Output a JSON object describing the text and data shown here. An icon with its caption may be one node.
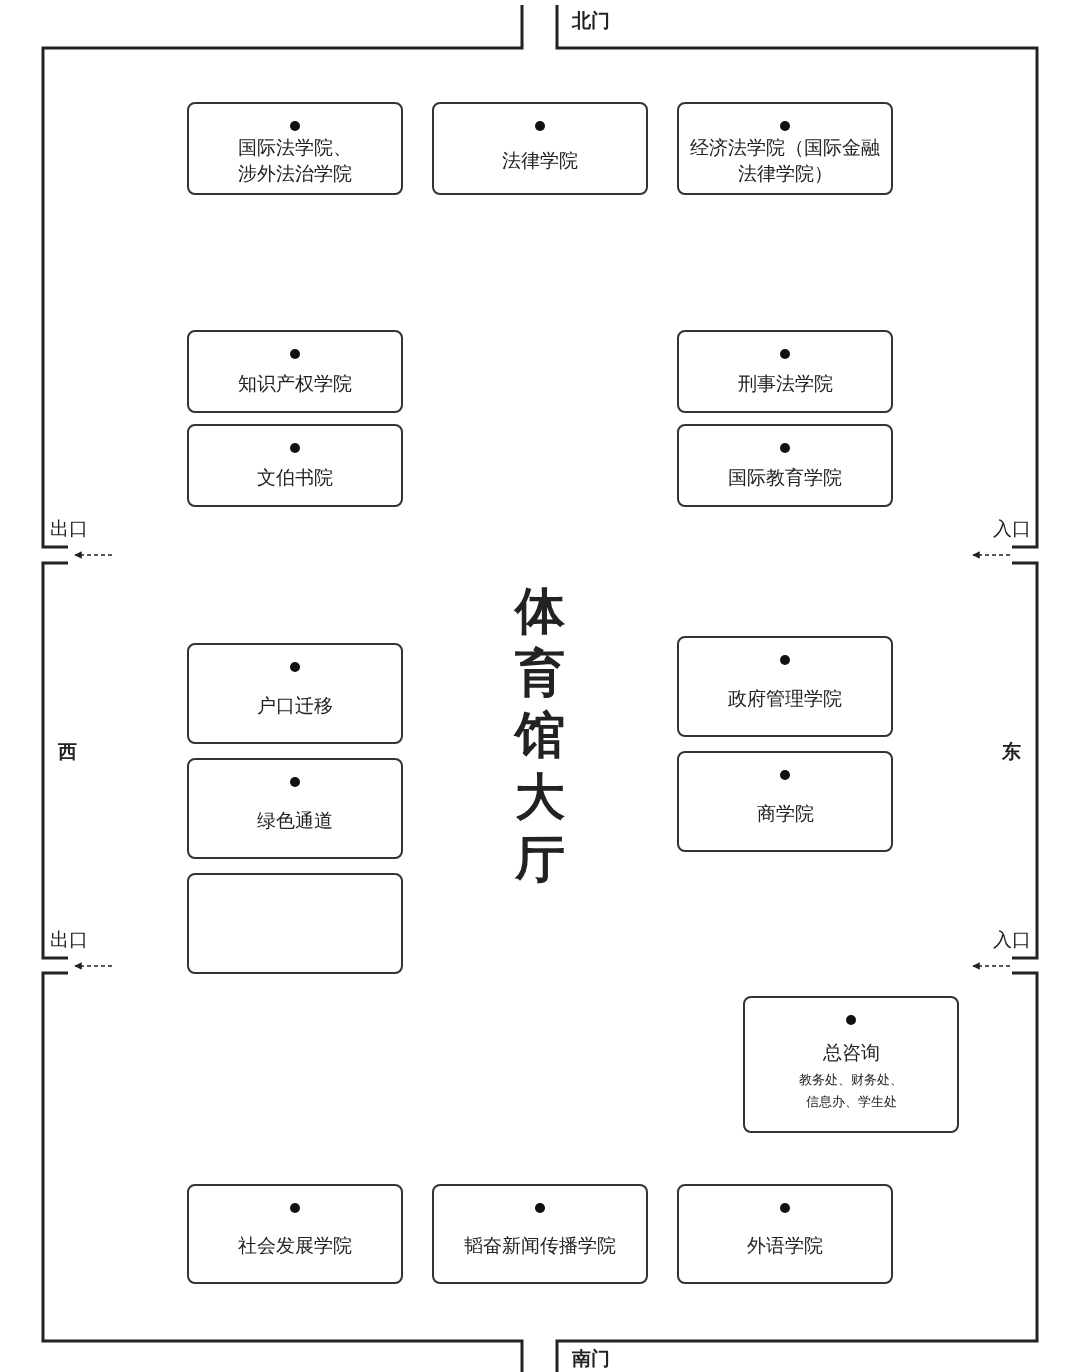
{
  "diagram": {
    "nodes": [
      {
        "text": [
          "国际法学院、涉外法治学院"
        ]
      },
      {
        "text": [
          "法律学院"
        ]
      },
      {
        "text": [
          "经济法学院（国际金融法律学院）"
        ]
      },
      {
        "text": [
          "知识产权学院"
        ]
      },
      {
        "text": [
          "刑事法学院"
        ]
      },
      {
        "text": [
          "文伯书院"
        ]
      },
      {
        "text": [
          "国际教育学院"
        ]
      },
      {
        "text": [
          "政府管理学院"
        ]
      },
      {
        "text": [
          "户口迁移"
        ]
      },
      {
        "text": [
          "商学院"
        ]
      },
      {
        "text": [
          "绿色通道"
        ]
      },
      {
        "text": [],
        "shape": "box"
      },
      {
        "text": [
          "总咨询",
          "教务处、财务处、信息办、学生处"
        ]
      },
      {
        "text": [
          "社会发展学院"
        ]
      },
      {
        "text": [
          "韬奋新闻传播学院"
        ]
      },
      {
        "text": [
          "外语学院"
        ]
      }
    ],
    "labels": [
      "北门",
      "出口",
      "入口",
      "体育馆大厅",
      "西",
      "东",
      "出口",
      "入口",
      "南门"
    ]
  }
}
